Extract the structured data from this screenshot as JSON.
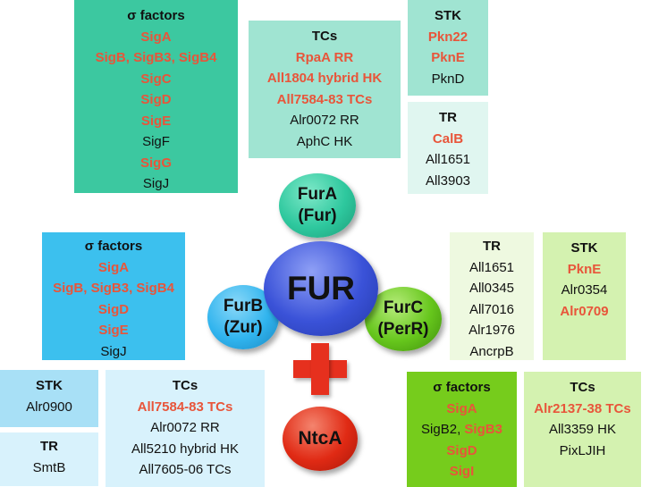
{
  "top_sigma": {
    "title": "σ factors",
    "lines": [
      {
        "parts": [
          {
            "t": "SigA",
            "c": "red"
          }
        ]
      },
      {
        "parts": [
          {
            "t": "SigB, SigB3, SigB4",
            "c": "red"
          }
        ]
      },
      {
        "parts": [
          {
            "t": "SigC",
            "c": "red"
          }
        ]
      },
      {
        "parts": [
          {
            "t": "SigD",
            "c": "red"
          }
        ]
      },
      {
        "parts": [
          {
            "t": "SigE",
            "c": "red"
          }
        ]
      },
      {
        "parts": [
          {
            "t": "SigF",
            "c": "blk"
          }
        ]
      },
      {
        "parts": [
          {
            "t": "SigG",
            "c": "red"
          }
        ]
      },
      {
        "parts": [
          {
            "t": "SigJ",
            "c": "blk"
          }
        ]
      }
    ]
  },
  "top_tcs": {
    "title": "TCs",
    "lines": [
      {
        "parts": [
          {
            "t": "RpaA RR",
            "c": "red"
          }
        ]
      },
      {
        "parts": [
          {
            "t": "All1804 hybrid HK",
            "c": "red"
          }
        ]
      },
      {
        "parts": [
          {
            "t": "All7584-83 TCs",
            "c": "red"
          }
        ]
      },
      {
        "parts": [
          {
            "t": "Alr0072 RR",
            "c": "blk"
          }
        ]
      },
      {
        "parts": [
          {
            "t": "AphC HK",
            "c": "blk"
          }
        ]
      }
    ]
  },
  "top_stk": {
    "title": "STK",
    "lines": [
      {
        "parts": [
          {
            "t": "Pkn22",
            "c": "red"
          }
        ]
      },
      {
        "parts": [
          {
            "t": "PknE",
            "c": "red"
          }
        ]
      },
      {
        "parts": [
          {
            "t": "PknD",
            "c": "blk"
          }
        ]
      }
    ]
  },
  "top_tr": {
    "title": "TR",
    "lines": [
      {
        "parts": [
          {
            "t": "CalB",
            "c": "red"
          }
        ]
      },
      {
        "parts": [
          {
            "t": "All1651",
            "c": "blk"
          }
        ]
      },
      {
        "parts": [
          {
            "t": "All3903",
            "c": "blk"
          }
        ]
      }
    ]
  },
  "left_sigma": {
    "title": "σ factors",
    "lines": [
      {
        "parts": [
          {
            "t": "SigA",
            "c": "red"
          }
        ]
      },
      {
        "parts": [
          {
            "t": "SigB, SigB3, SigB4",
            "c": "red"
          }
        ]
      },
      {
        "parts": [
          {
            "t": "SigD",
            "c": "red"
          }
        ]
      },
      {
        "parts": [
          {
            "t": "SigE",
            "c": "red"
          }
        ]
      },
      {
        "parts": [
          {
            "t": "SigJ",
            "c": "blk"
          }
        ]
      }
    ]
  },
  "right_tr": {
    "title": "TR",
    "lines": [
      {
        "parts": [
          {
            "t": "All1651",
            "c": "blk"
          }
        ]
      },
      {
        "parts": [
          {
            "t": "All0345",
            "c": "blk"
          }
        ]
      },
      {
        "parts": [
          {
            "t": "All7016",
            "c": "blk"
          }
        ]
      },
      {
        "parts": [
          {
            "t": "Alr1976",
            "c": "blk"
          }
        ]
      },
      {
        "parts": [
          {
            "t": "AncrpB",
            "c": "blk"
          }
        ]
      }
    ]
  },
  "right_stk": {
    "title": "STK",
    "lines": [
      {
        "parts": [
          {
            "t": "PknE",
            "c": "red"
          }
        ]
      },
      {
        "parts": [
          {
            "t": "Alr0354",
            "c": "blk"
          }
        ]
      },
      {
        "parts": [
          {
            "t": "Alr0709",
            "c": "red"
          }
        ]
      }
    ]
  },
  "bl_stk": {
    "title": "STK",
    "lines": [
      {
        "parts": [
          {
            "t": "Alr0900",
            "c": "blk"
          }
        ]
      }
    ]
  },
  "bl_tr": {
    "title": "TR",
    "lines": [
      {
        "parts": [
          {
            "t": "SmtB",
            "c": "blk"
          }
        ]
      }
    ]
  },
  "bl_tcs": {
    "title": "TCs",
    "lines": [
      {
        "parts": [
          {
            "t": "All7584-83 TCs",
            "c": "red"
          }
        ]
      },
      {
        "parts": [
          {
            "t": "Alr0072 RR",
            "c": "blk"
          }
        ]
      },
      {
        "parts": [
          {
            "t": "All5210 hybrid HK",
            "c": "blk"
          }
        ]
      },
      {
        "parts": [
          {
            "t": "All7605-06 TCs",
            "c": "blk"
          }
        ]
      }
    ]
  },
  "br_sigma": {
    "title": "σ factors",
    "lines": [
      {
        "parts": [
          {
            "t": "SigA",
            "c": "red"
          }
        ]
      },
      {
        "parts": [
          {
            "t": "SigB2, ",
            "c": "blk"
          },
          {
            "t": "SigB3",
            "c": "red"
          }
        ]
      },
      {
        "parts": [
          {
            "t": "SigD",
            "c": "red"
          }
        ]
      },
      {
        "parts": [
          {
            "t": "SigI",
            "c": "red"
          }
        ]
      }
    ]
  },
  "br_tcs": {
    "title": "TCs",
    "lines": [
      {
        "parts": [
          {
            "t": "Alr2137-38 TCs",
            "c": "red"
          }
        ]
      },
      {
        "parts": [
          {
            "t": "All3359 HK",
            "c": "blk"
          }
        ]
      },
      {
        "parts": [
          {
            "t": "PixLJIH",
            "c": "blk"
          }
        ]
      }
    ]
  },
  "nodes": {
    "fur": "FUR",
    "fura_1": "FurA",
    "fura_2": "(Fur)",
    "furb_1": "FurB",
    "furb_2": "(Zur)",
    "furc_1": "FurC",
    "furc_2": "(PerR)",
    "ntca": "NtcA"
  },
  "colors": {
    "red_text": "#e8553a",
    "teal_box": "#3cc8a0",
    "light_teal_box": "#a0e4d2",
    "pale_teal_box": "#e0f6f0",
    "blue_box": "#3cc0ee",
    "light_blue_box": "#a8e0f6",
    "pale_blue_box": "#d8f2fc",
    "green_box": "#76cc1c",
    "light_green_box": "#d4f2b0",
    "pale_green_box": "#eef9e0",
    "fur_ellipse": "#3a52d8",
    "fura_ellipse": "#2ec89e",
    "furb_ellipse": "#30b4ee",
    "furc_ellipse": "#66c61c",
    "ntca_ellipse": "#e02a14",
    "plus": "#e6301e"
  }
}
